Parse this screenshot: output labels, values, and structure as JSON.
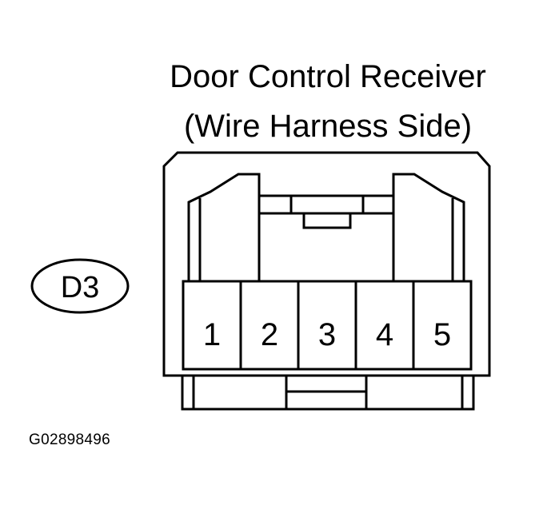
{
  "title_line1": "Door Control Receiver",
  "title_line2": "(Wire Harness Side)",
  "connector_code": "D3",
  "pins": [
    "1",
    "2",
    "3",
    "4",
    "5"
  ],
  "figure_id": "G02898496",
  "colors": {
    "line": "#000000",
    "background": "#ffffff"
  }
}
